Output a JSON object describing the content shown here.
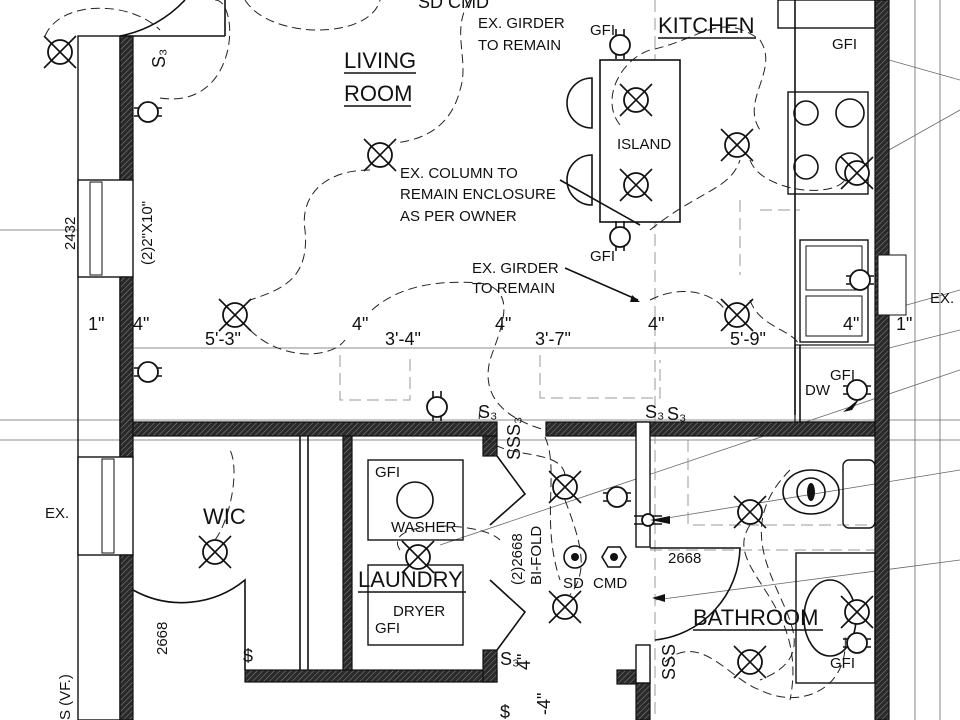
{
  "title": "Floor plan - electrical layout",
  "rooms": {
    "living_room": [
      "LIVING",
      "ROOM"
    ],
    "kitchen": "KITCHEN",
    "island": "ISLAND",
    "wic": "WIC",
    "laundry": "LAUNDRY",
    "bathroom": "BATHROOM",
    "washer": "WASHER",
    "dryer": "DRYER",
    "dw": "DW"
  },
  "notes": {
    "top_detectors": "SD CMD",
    "girder_top": [
      "EX. GIRDER",
      "TO REMAIN"
    ],
    "column": [
      "EX. COLUMN TO",
      "REMAIN ENCLOSURE",
      "AS PER OWNER"
    ],
    "girder_mid": [
      "EX. GIRDER",
      "TO REMAIN"
    ],
    "ex_right": "EX.",
    "ex_left": "EX.",
    "window_2432": "2432",
    "header": "(2)2\"X10\"",
    "bifold": [
      "(2)2668",
      "BI-FOLD"
    ],
    "door_wic": "2668",
    "door_bath": "2668",
    "sd": "SD",
    "cmd": "CMD",
    "vf": "S (VF.)"
  },
  "gfi_labels": [
    "GFI",
    "GFI",
    "GFI",
    "GFI",
    "GFI",
    "GFI",
    "GFI"
  ],
  "switches": [
    "S₃",
    "S₃",
    "S₃",
    "S₃",
    "SSS₃",
    "SSS",
    "$",
    "$",
    "S₃"
  ],
  "dimensions": [
    "1\"",
    "4\"",
    "5'-3\"",
    "4\"",
    "3'-4\"",
    "4\"",
    "3'-7\"",
    "4\"",
    "5'-9\"",
    "4\"",
    "1\"",
    "4\"",
    "-4\""
  ]
}
